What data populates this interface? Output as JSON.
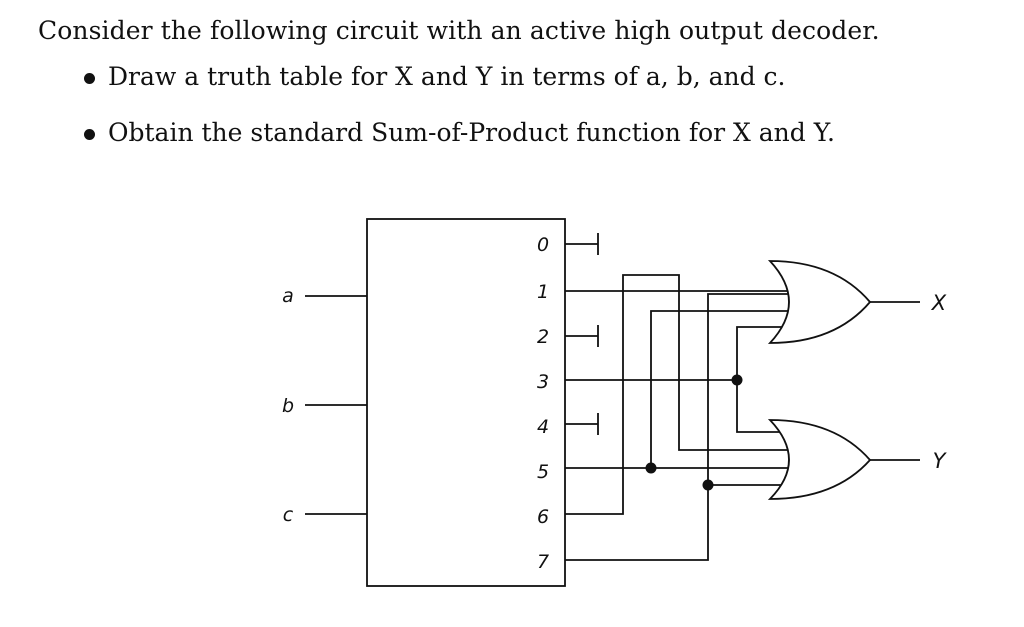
{
  "question": {
    "intro": "Consider the following circuit with an active high output decoder.",
    "bullets": [
      "Draw a truth table for X and Y in terms of a, b, and c.",
      "Obtain the standard Sum-of-Product function for X and Y."
    ]
  },
  "circuit": {
    "inputs": [
      "a",
      "b",
      "c"
    ],
    "decoder_outputs": [
      "0",
      "1",
      "2",
      "3",
      "4",
      "5",
      "6",
      "7"
    ],
    "gate_outputs": [
      "X",
      "Y"
    ],
    "or_gate_x_inputs": [
      "1",
      "3",
      "5",
      "7"
    ],
    "or_gate_y_inputs": [
      "3",
      "5",
      "6",
      "7"
    ]
  }
}
